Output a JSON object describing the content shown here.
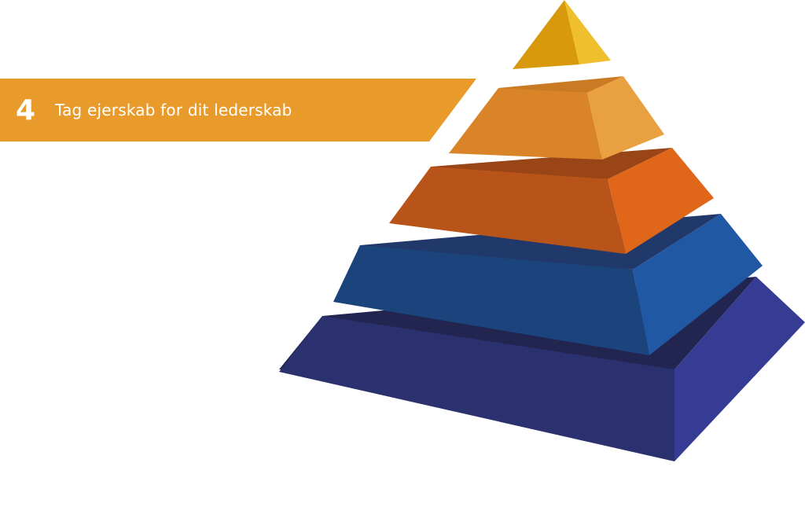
{
  "banner": {
    "number": "4",
    "label": "Tag ejerskab for dit lederskab",
    "color": "#E89B2A"
  },
  "pyramid": {
    "levels": [
      {
        "name": "tier-5-top",
        "front": "#D89A0C",
        "side": "#F0BF2E",
        "top": "#E8AC18"
      },
      {
        "name": "tier-4",
        "front": "#D98428",
        "side": "#E8A040",
        "top": "#C97A22"
      },
      {
        "name": "tier-3",
        "front": "#B8541A",
        "side": "#E0661A",
        "top": "#9A4516"
      },
      {
        "name": "tier-2",
        "front": "#1C447C",
        "side": "#2158A4",
        "top": "#21396A"
      },
      {
        "name": "tier-1-base",
        "front": "#2B306E",
        "side": "#363C94",
        "top": "#222550"
      }
    ]
  }
}
